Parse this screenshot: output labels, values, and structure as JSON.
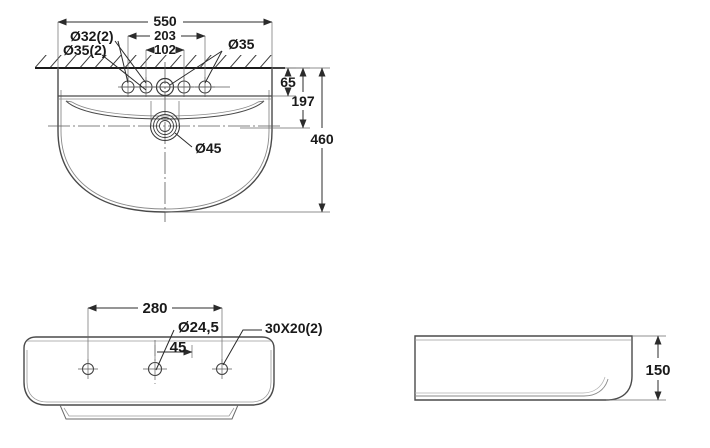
{
  "drawing": {
    "title": "Washbasin technical drawing",
    "units": "mm",
    "line_color": "#2b2b2b",
    "thin_line_color": "#555555",
    "text_color": "#1a1a1a",
    "background": "#ffffff"
  },
  "views": {
    "top": {
      "name": "top-view",
      "dimensions": {
        "overall_width": "550",
        "hole_spacing_outer": "203",
        "hole_spacing_inner": "102",
        "depth_to_back_edge": "65",
        "depth_to_bowl": "197",
        "overall_depth": "460"
      },
      "callouts": {
        "outer_holes": "Ø32(2)",
        "side_holes": "Ø35(2)",
        "center_hole": "Ø35",
        "drain": "Ø45"
      },
      "holes": [
        {
          "name": "hole-1",
          "label_ref": "Ø35(2)"
        },
        {
          "name": "hole-2",
          "label_ref": "Ø32(2)"
        },
        {
          "name": "hole-3-center",
          "label_ref": "Ø35"
        },
        {
          "name": "hole-4",
          "label_ref": "Ø32(2)"
        },
        {
          "name": "hole-5",
          "label_ref": "Ø35(2)"
        }
      ]
    },
    "front": {
      "name": "front-view",
      "dimensions": {
        "mount_hole_spacing": "280",
        "drain_diameter": "Ø24,5",
        "drain_offset": "45"
      },
      "callouts": {
        "slot_holes": "30X20(2)"
      }
    },
    "side": {
      "name": "side-view",
      "dimensions": {
        "height": "150"
      }
    }
  }
}
